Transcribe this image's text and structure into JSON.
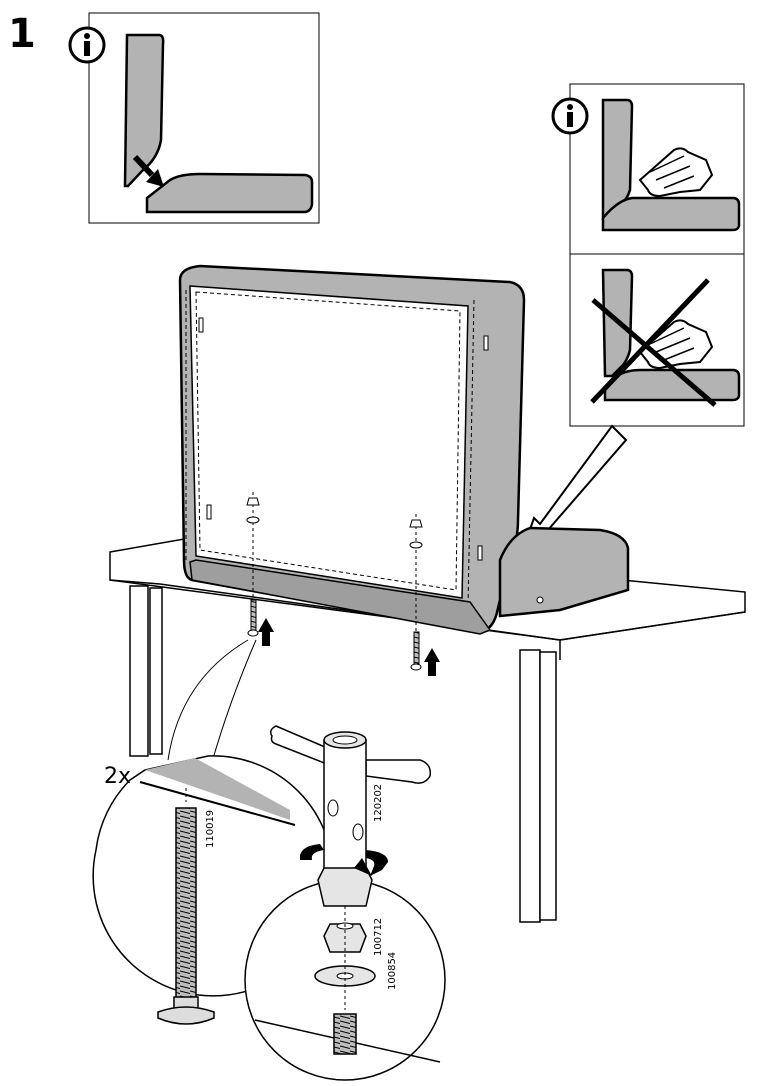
{
  "step": {
    "number": "1"
  },
  "quantity_label": "2x",
  "part_numbers": {
    "bolt": "110019",
    "key_tool": "120202",
    "nut": "100712",
    "washer": "100854"
  },
  "colors": {
    "panel_gray": "#b3b3b3",
    "panel_light": "#c9c9c9",
    "outline": "#000000",
    "background": "#ffffff"
  },
  "icons": {
    "info_top": "info-icon",
    "info_right": "info-icon",
    "correct": "hand-press-icon",
    "incorrect": "cross-out-icon",
    "up_arrow": "arrow-up-icon",
    "rotate": "rotate-arrow-icon"
  }
}
